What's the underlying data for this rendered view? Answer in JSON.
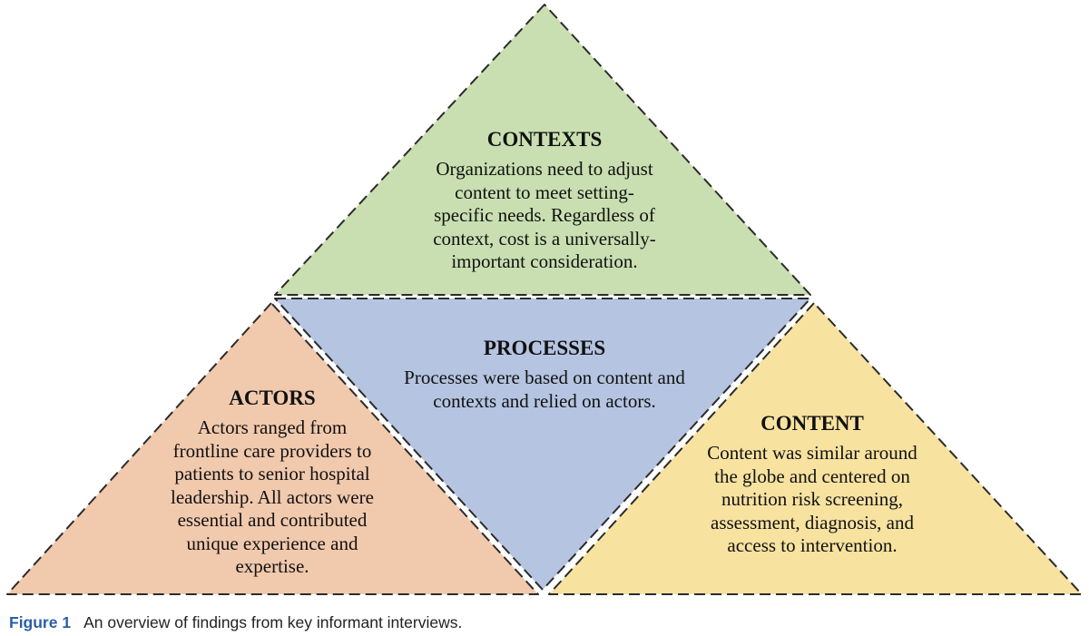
{
  "colors": {
    "contexts": "#c9dfb1",
    "processes": "#b5c4e1",
    "actors": "#f1c9ad",
    "content": "#f7e2a0",
    "caption_label": "#2b5ea8"
  },
  "contexts": {
    "title": "CONTEXTS",
    "lines": [
      "Organizations need to adjust",
      "content to meet setting-",
      "specific needs. Regardless of",
      "context, cost is a universally-",
      "important consideration."
    ]
  },
  "processes": {
    "title": "PROCESSES",
    "lines": [
      "Processes were based on content and",
      "contexts and relied on actors."
    ]
  },
  "actors": {
    "title": "ACTORS",
    "lines": [
      "Actors ranged from",
      "frontline care providers to",
      "patients to senior hospital",
      "leadership. All actors were",
      "essential and contributed",
      "unique experience and",
      "expertise."
    ]
  },
  "content": {
    "title": "CONTENT",
    "lines": [
      "Content was similar around",
      "the globe and centered on",
      "nutrition risk screening,",
      "assessment, diagnosis, and",
      "access to intervention."
    ]
  },
  "caption": {
    "label": "Figure 1",
    "text": "An overview of findings from key informant interviews."
  }
}
